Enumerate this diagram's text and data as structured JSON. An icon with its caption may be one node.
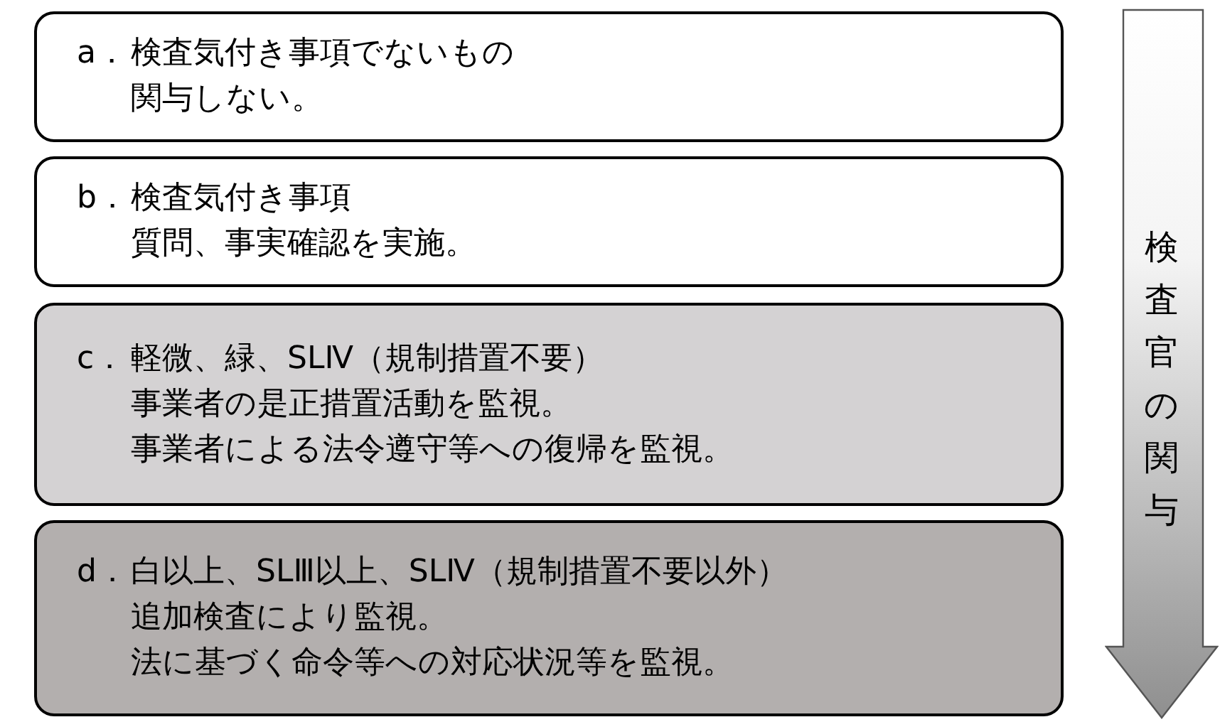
{
  "diagram": {
    "nodes": [
      {
        "text": [
          "a．",
          "検査気付き事項でないもの",
          "関与しない。"
        ]
      },
      {
        "text": [
          "b．",
          "検査気付き事項",
          "質問、事実確認を実施。"
        ]
      },
      {
        "text": [
          "c．",
          "軽微、緑、SLⅣ（規制措置不要）",
          "事業者の是正措置活動を監視。",
          "事業者による法令遵守等への復帰を監視。"
        ]
      },
      {
        "text": [
          "d．",
          "白以上、SLⅢ以上、SLⅣ（規制措置不要以外）",
          "追加検査により監視。",
          "法に基づく命令等への対応状況等を監視。"
        ]
      },
      {
        "text": [
          "検査官の関与"
        ]
      }
    ]
  }
}
